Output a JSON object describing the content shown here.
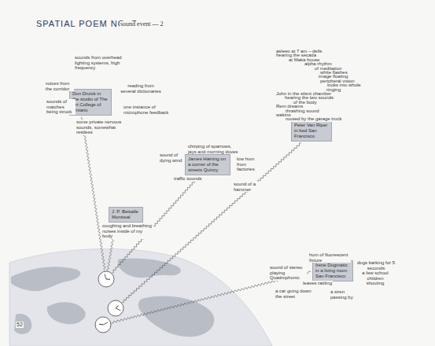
{
  "diagram": {
    "title": "SPATIAL POEM NO. 7",
    "nodes": [
      {
        "text": [
          "Don Druick in the studio of The Art College of Ontario"
        ]
      },
      {
        "text": [
          "J. P. Beisalle Montreal"
        ]
      },
      {
        "text": [
          "James Haining on a corner of the streets Quincy"
        ]
      },
      {
        "text": [
          "Peter Van Riper in bed San Francisco"
        ]
      },
      {
        "text": [
          "Irene Dogmatic in a living room San Francisco"
        ]
      }
    ],
    "labels": [
      "sound event — 2",
      "voices from the corridor",
      "sounds from overhead lighting systems, high frequency",
      "reading from several dictionaries",
      "sounds of matches being struck",
      "some private nervous sounds, somewhat restless",
      "one instance of microphone feedback",
      "coughing and breathing noises inside of my body",
      "chirping of sparrows, jays and morning doves",
      "sound of dying wind",
      "low hum from factories",
      "traffic sounds",
      "sound of a hammer",
      "asleep at 7 am —",
      "dells",
      "hearing the secada",
      "at Maka house",
      "alpha rhythm",
      "of meditation",
      "white flashes",
      "image floating",
      "peripheral vision",
      "looks into whole",
      "ringing",
      "John in the silent chamber",
      "hearing the two sounds",
      "of the body",
      "Rem dreams",
      "thrashing sound",
      "waking",
      "roused by the garage truck",
      "hum of fluorescent fixture",
      "dogs barking for 5 seconds",
      "sound of stereo playing Quadrophonic",
      "a few school children shouting",
      "leaves rattling",
      "a car going down the street",
      "a siren passing by",
      "52"
    ]
  }
}
